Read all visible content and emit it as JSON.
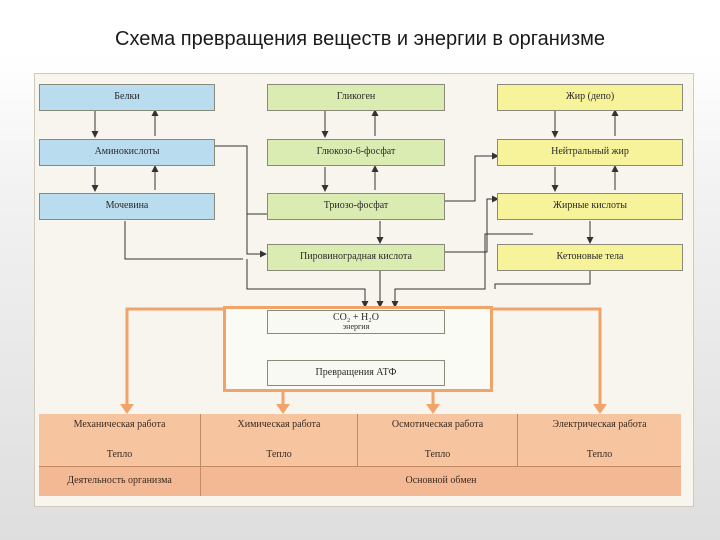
{
  "title": "Схема превращения веществ и энергии в организме",
  "boxes": {
    "belki": "Белки",
    "aminokisloty": "Аминокислоты",
    "mochevina": "Мочевина",
    "glikogen": "Гликоген",
    "glyukozo": "Глюкозо-6-фосфат",
    "triozo": "Триозо-фосфат",
    "piruvat": "Пировиноградная кислота",
    "zhir_depo": "Жир (депо)",
    "neitralny": "Нейтральный жир",
    "zhirnye": "Жирные кислоты",
    "ketonovye": "Кетоновые тела",
    "co2": "CO₂ + H₂O",
    "energiya": "энергия",
    "atf": "Превращения АТФ"
  },
  "works": [
    {
      "label": "Механическая работа",
      "heat": "Тепло"
    },
    {
      "label": "Химическая работа",
      "heat": "Тепло"
    },
    {
      "label": "Осмотическая работа",
      "heat": "Тепло"
    },
    {
      "label": "Электрическая работа",
      "heat": "Тепло"
    }
  ],
  "bottom": {
    "deyatelnost": "Деятельность организма",
    "osnovnoy": "Основной обмен"
  },
  "colors": {
    "protein": "#b9ddef",
    "carb": "#dbecb3",
    "fat": "#f6f39a",
    "energy": "#f0a46a"
  }
}
